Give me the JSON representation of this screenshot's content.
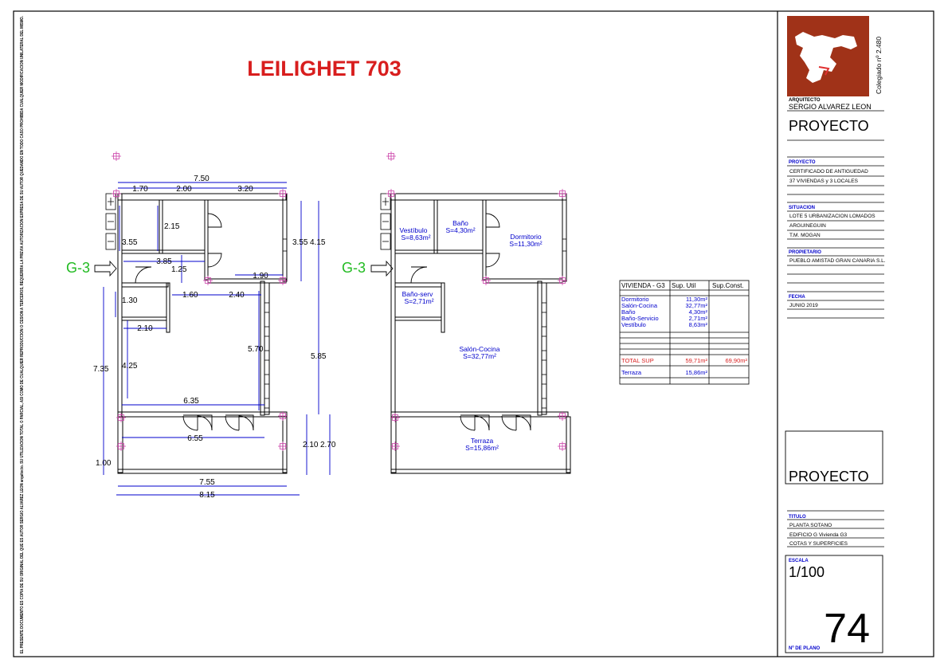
{
  "header": {
    "title": "LEILIGHET 703"
  },
  "side_note": "EL PRESENTE DOCUMENTO ES COPIA DE SU ORIGINAL DEL QUE ES AUTOR SERGIO ALVAREZ LEON arquitecto. SU UTILIZACION TOTAL O PARCIAL, ASI COMO DE CUALQUIER REPRODUCCION O CESION A TERCEROS, REQUERIRA LA PREVIA AUTORIZACION EXPRESA DE SU AUTOR QUEDANDO EN TODO CASO PROHIBIDA CUALQUIER MODIFICACION UNILATERAL DEL MISMO.",
  "left_plan": {
    "entry_label": "G-3",
    "dims": {
      "d7_50": "7.50",
      "d1_70": "1.70",
      "d2_00": "2.00",
      "d3_20": "3.20",
      "d3_55a": "3.55",
      "d3_55b": "3.55",
      "d4_15": "4.15",
      "d2_15": "2.15",
      "d3_85": "3.85",
      "d1_25": "1.25",
      "d1_90": "1.90",
      "d1_30": "1.30",
      "d1_60": "1.60",
      "d2_40": "2.40",
      "d2_10a": "2.10",
      "d7_35": "7.35",
      "d4_25": "4.25",
      "d5_70": "5.70",
      "d5_85": "5.85",
      "d6_35": "6.35",
      "d6_55": "6.55",
      "d1_00": "1.00",
      "d2_10b": "2.10",
      "d2_70": "2.70",
      "d7_55": "7.55",
      "d8_15": "8.15"
    }
  },
  "right_plan": {
    "entry_label": "G-3",
    "rooms": [
      {
        "name": "Vestíbulo",
        "area": "S=8,63m²"
      },
      {
        "name": "Baño",
        "area": "S=4,30m²"
      },
      {
        "name": "Dormitorio",
        "area": "S=11,30m²"
      },
      {
        "name": "Baño-serv",
        "area": "S=2,71m²"
      },
      {
        "name": "Salón-Cocina",
        "area": "S=32,77m²"
      },
      {
        "name": "Terraza",
        "area": "S=15,86m²"
      }
    ]
  },
  "area_table": {
    "headers": [
      "VIVIENDA - G3",
      "Sup. Util",
      "Sup.Const."
    ],
    "rows": [
      {
        "label": "Dormitorio",
        "util": "11,30m²"
      },
      {
        "label": "Salón-Cocina",
        "util": "32,77m²"
      },
      {
        "label": "Baño",
        "util": "4,30m²"
      },
      {
        "label": "Baño-Servicio",
        "util": "2,71m²"
      },
      {
        "label": "Vestíbulo",
        "util": "8,63m²"
      }
    ],
    "total": {
      "label": "TOTAL SUP",
      "util": "59,71m²",
      "const": "69,90m²"
    },
    "terraza": {
      "label": "Terraza",
      "util": "15,86m²"
    }
  },
  "title_block": {
    "colegiado": "Colegiado nº 2.480",
    "arquitecto_label": "ARQUITECTO",
    "arquitecto_name": "SERGIO ALVAREZ LEON",
    "proyecto_big": "PROYECTO",
    "proyecto_label": "PROYECTO",
    "proyecto_lines": [
      "CERTIFICADO DE ANTIGUEDAD",
      "37 VIVIENDAS y 3 LOCALES"
    ],
    "situacion_label": "SITUACION",
    "situacion_lines": [
      "LOTE 5 URBANIZACION LOMADOS",
      "ARGUINEGUIN",
      "T.M. MOGAN"
    ],
    "propietario_label": "PROPIETARIO",
    "propietario_lines": [
      "PUEBLO AMISTAD GRAN CANARIA S.L."
    ],
    "fecha_label": "FECHA",
    "fecha_value": "JUNIO 2019",
    "proyecto_box": "PROYECTO",
    "titulo_label": "TITULO",
    "titulo_lines": [
      "PLANTA SOTANO",
      "EDIFICIO G Vivienda G3",
      "COTAS Y SUPERFICIES"
    ],
    "escala_label": "ESCALA",
    "escala_value": "1/100",
    "plano_number": "74",
    "plano_label": "Nº DE PLANO"
  },
  "colors": {
    "dimension": "#0000cc",
    "accent_red": "#d81e1e",
    "logo_bg": "#a03218",
    "grid_marker": "#cc44aa",
    "entry_green": "#22bb22"
  }
}
